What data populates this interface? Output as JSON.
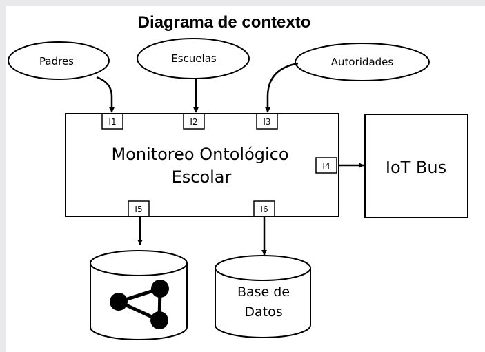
{
  "title": "Diagrama de contexto",
  "entities": {
    "padres": "Padres",
    "escuelas": "Escuelas",
    "autoridades": "Autoridades"
  },
  "system": {
    "line1": "Monitoreo Ontológico",
    "line2": "Escolar"
  },
  "iot": {
    "label": "IoT Bus"
  },
  "ports": {
    "i1": "I1",
    "i2": "I2",
    "i3": "I3",
    "i4": "I4",
    "i5": "I5",
    "i6": "I6"
  },
  "database": {
    "line1": "Base de",
    "line2": "Datos"
  },
  "ontology_store": {
    "icon": "share-graph-icon"
  }
}
